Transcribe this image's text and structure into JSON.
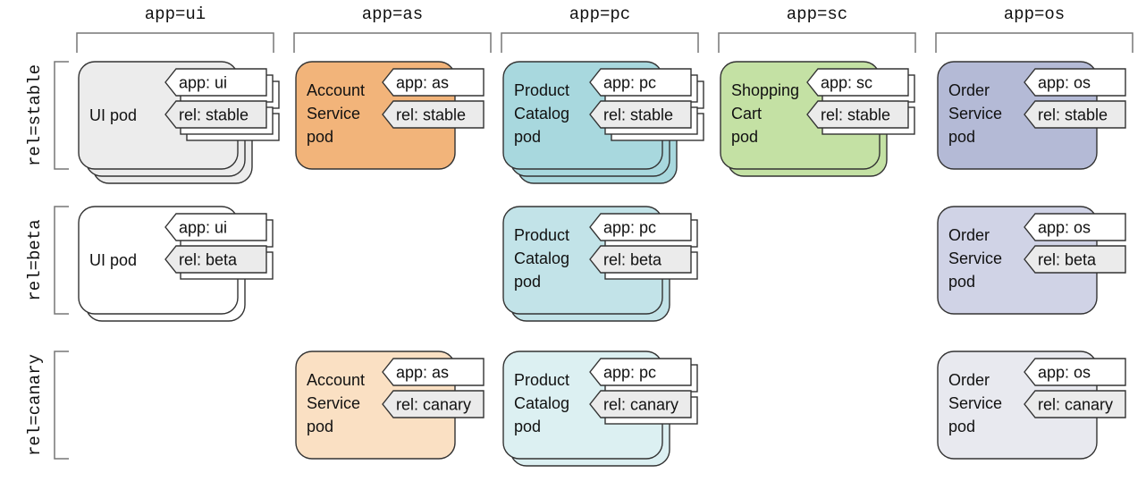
{
  "columns": [
    {
      "key": "ui",
      "header": "app=ui"
    },
    {
      "key": "as",
      "header": "app=as"
    },
    {
      "key": "pc",
      "header": "app=pc"
    },
    {
      "key": "sc",
      "header": "app=sc"
    },
    {
      "key": "os",
      "header": "app=os"
    }
  ],
  "rows": [
    {
      "key": "stable",
      "header": "rel=stable"
    },
    {
      "key": "beta",
      "header": "rel=beta"
    },
    {
      "key": "canary",
      "header": "rel=canary"
    }
  ],
  "pods": [
    {
      "id": "ui-stable",
      "col": 0,
      "row": 0,
      "name": [
        "UI pod"
      ],
      "stack": 3,
      "fill": "#ececec",
      "label_app": "app: ui",
      "label_rel": "rel: stable"
    },
    {
      "id": "as-stable",
      "col": 1,
      "row": 0,
      "name": [
        "Account",
        "Service",
        "pod"
      ],
      "stack": 1,
      "fill": "#f2b47a",
      "label_app": "app: as",
      "label_rel": "rel: stable"
    },
    {
      "id": "pc-stable",
      "col": 2,
      "row": 0,
      "name": [
        "Product",
        "Catalog",
        "pod"
      ],
      "stack": 3,
      "fill": "#a8d8de",
      "label_app": "app: pc",
      "label_rel": "rel: stable"
    },
    {
      "id": "sc-stable",
      "col": 3,
      "row": 0,
      "name": [
        "Shopping",
        "Cart",
        "pod"
      ],
      "stack": 2,
      "fill": "#c4e1a4",
      "label_app": "app: sc",
      "label_rel": "rel: stable"
    },
    {
      "id": "os-stable",
      "col": 4,
      "row": 0,
      "name": [
        "Order",
        "Service",
        "pod"
      ],
      "stack": 1,
      "fill": "#b4bad6",
      "label_app": "app: os",
      "label_rel": "rel: stable"
    },
    {
      "id": "ui-beta",
      "col": 0,
      "row": 1,
      "name": [
        "UI pod"
      ],
      "stack": 2,
      "fill": "#ffffff",
      "label_app": "app: ui",
      "label_rel": "rel: beta"
    },
    {
      "id": "pc-beta",
      "col": 2,
      "row": 1,
      "name": [
        "Product",
        "Catalog",
        "pod"
      ],
      "stack": 2,
      "fill": "#c2e3e8",
      "label_app": "app: pc",
      "label_rel": "rel: beta"
    },
    {
      "id": "os-beta",
      "col": 4,
      "row": 1,
      "name": [
        "Order",
        "Service",
        "pod"
      ],
      "stack": 1,
      "fill": "#d0d3e6",
      "label_app": "app: os",
      "label_rel": "rel: beta"
    },
    {
      "id": "as-canary",
      "col": 1,
      "row": 2,
      "name": [
        "Account",
        "Service",
        "pod"
      ],
      "stack": 1,
      "fill": "#fae0c3",
      "label_app": "app: as",
      "label_rel": "rel: canary"
    },
    {
      "id": "pc-canary",
      "col": 2,
      "row": 2,
      "name": [
        "Product",
        "Catalog",
        "pod"
      ],
      "stack": 2,
      "fill": "#dcf0f2",
      "label_app": "app: pc",
      "label_rel": "rel: canary"
    },
    {
      "id": "os-canary",
      "col": 4,
      "row": 2,
      "name": [
        "Order",
        "Service",
        "pod"
      ],
      "stack": 1,
      "fill": "#e8e9ef",
      "label_app": "app: os",
      "label_rel": "rel: canary"
    }
  ],
  "colors": {
    "stroke": "#333333",
    "bracket": "#777777",
    "text": "#111111",
    "label_app_fill": "#ffffff",
    "label_rel_fill": "#ebebeb"
  }
}
